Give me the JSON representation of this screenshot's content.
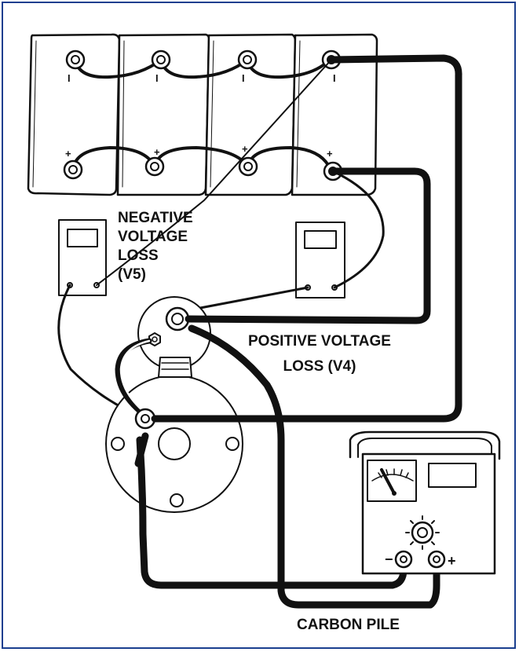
{
  "labels": {
    "negative_loss": [
      "NEGATIVE",
      "VOLTAGE",
      "LOSS",
      "(V5)"
    ],
    "positive_loss": [
      "POSITIVE VOLTAGE",
      "LOSS (V4)"
    ],
    "carbon_pile": "CARBON PILE"
  },
  "terminal_marks": {
    "negative": "I",
    "positive": "+",
    "meter_minus": "−",
    "meter_plus": "+"
  },
  "colors": {
    "border": "#1b3f8f",
    "ink": "#111111"
  }
}
